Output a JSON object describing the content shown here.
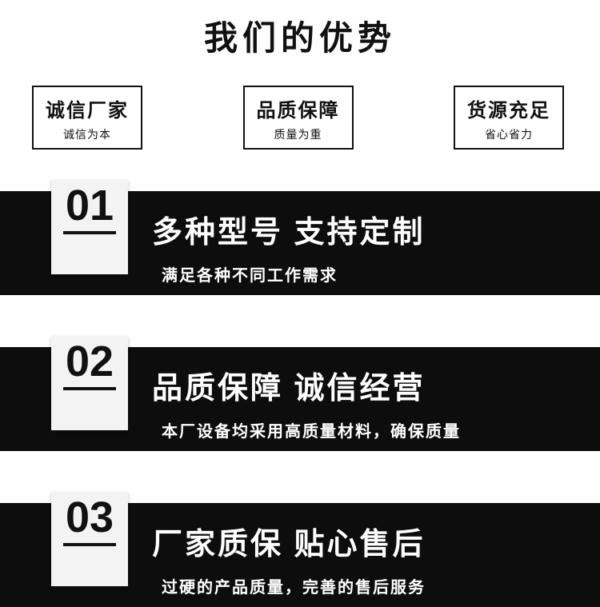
{
  "page": {
    "title": "我们的优势"
  },
  "badges": [
    {
      "title": "诚信厂家",
      "subtitle": "诚信为本"
    },
    {
      "title": "品质保障",
      "subtitle": "质量为重"
    },
    {
      "title": "货源充足",
      "subtitle": "省心省力"
    }
  ],
  "advantages": [
    {
      "number": "01",
      "title": "多种型号 支持定制",
      "subtitle": "满足各种不同工作需求"
    },
    {
      "number": "02",
      "title": "品质保障 诚信经营",
      "subtitle": "本厂设备均采用高质量材料，确保质量"
    },
    {
      "number": "03",
      "title": "厂家质保 贴心售后",
      "subtitle": "过硬的产品质量，完善的售后服务"
    }
  ],
  "colors": {
    "banner_background": "#0d0d0d",
    "number_box_background": "#f3f3f3",
    "text_on_banner": "#ffffff"
  }
}
